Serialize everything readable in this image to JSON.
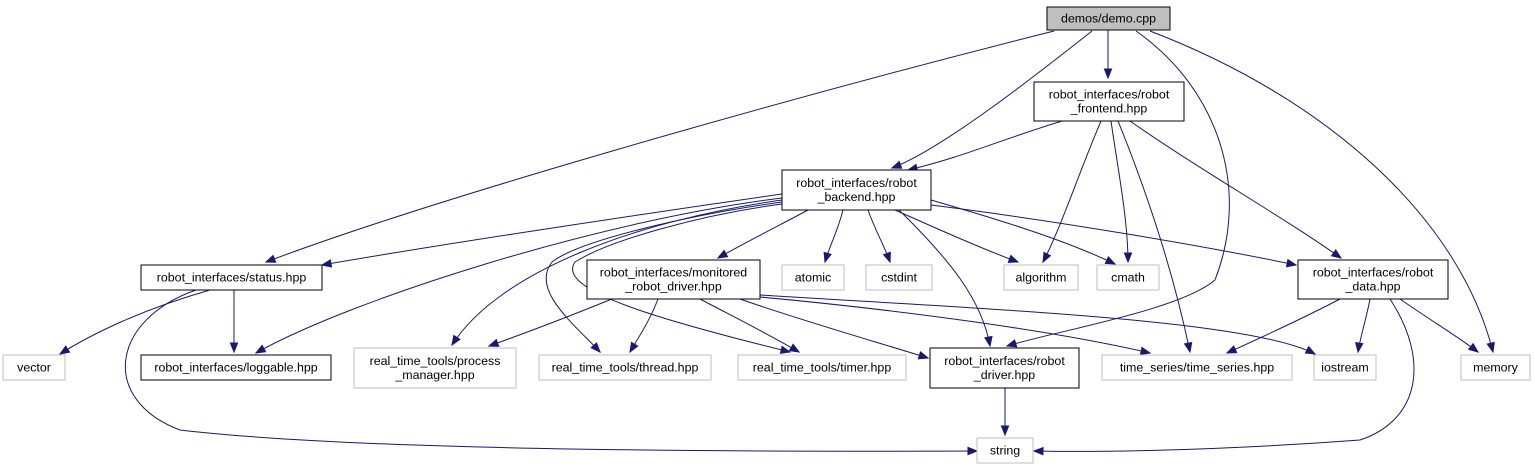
{
  "colors": {
    "edge": "#191970",
    "internal_border": "#000000",
    "external_border": "#bfbfbf",
    "root_fill": "#bfbfbf",
    "background": "#ffffff"
  },
  "nodes": [
    {
      "id": "demo",
      "kind": "root",
      "lines": [
        "demos/demo.cpp"
      ]
    },
    {
      "id": "frontend",
      "kind": "internal",
      "lines": [
        "robot_interfaces/robot",
        "_frontend.hpp"
      ]
    },
    {
      "id": "backend",
      "kind": "internal",
      "lines": [
        "robot_interfaces/robot",
        "_backend.hpp"
      ]
    },
    {
      "id": "status",
      "kind": "internal",
      "lines": [
        "robot_interfaces/status.hpp"
      ]
    },
    {
      "id": "monitored",
      "kind": "internal",
      "lines": [
        "robot_interfaces/monitored",
        "_robot_driver.hpp"
      ]
    },
    {
      "id": "atomic",
      "kind": "external",
      "lines": [
        "atomic"
      ]
    },
    {
      "id": "cstdint",
      "kind": "external",
      "lines": [
        "cstdint"
      ]
    },
    {
      "id": "algorithm",
      "kind": "external",
      "lines": [
        "algorithm"
      ]
    },
    {
      "id": "cmath",
      "kind": "external",
      "lines": [
        "cmath"
      ]
    },
    {
      "id": "robotdata",
      "kind": "internal",
      "lines": [
        "robot_interfaces/robot",
        "_data.hpp"
      ]
    },
    {
      "id": "vector",
      "kind": "external",
      "lines": [
        "vector"
      ]
    },
    {
      "id": "loggable",
      "kind": "internal",
      "lines": [
        "robot_interfaces/loggable.hpp"
      ]
    },
    {
      "id": "procmgr",
      "kind": "external",
      "lines": [
        "real_time_tools/process",
        "_manager.hpp"
      ]
    },
    {
      "id": "thread",
      "kind": "external",
      "lines": [
        "real_time_tools/thread.hpp"
      ]
    },
    {
      "id": "timer",
      "kind": "external",
      "lines": [
        "real_time_tools/timer.hpp"
      ]
    },
    {
      "id": "driver",
      "kind": "internal",
      "lines": [
        "robot_interfaces/robot",
        "_driver.hpp"
      ]
    },
    {
      "id": "timeseries",
      "kind": "external",
      "lines": [
        "time_series/time_series.hpp"
      ]
    },
    {
      "id": "iostream",
      "kind": "external",
      "lines": [
        "iostream"
      ]
    },
    {
      "id": "memory",
      "kind": "external",
      "lines": [
        "memory"
      ]
    },
    {
      "id": "string",
      "kind": "external",
      "lines": [
        "string"
      ]
    }
  ],
  "edges": [
    {
      "from": "demo",
      "to": "frontend"
    },
    {
      "from": "demo",
      "to": "backend"
    },
    {
      "from": "demo",
      "to": "status"
    },
    {
      "from": "demo",
      "to": "driver"
    },
    {
      "from": "demo",
      "to": "memory"
    },
    {
      "from": "frontend",
      "to": "backend"
    },
    {
      "from": "frontend",
      "to": "algorithm"
    },
    {
      "from": "frontend",
      "to": "cmath"
    },
    {
      "from": "frontend",
      "to": "timeseries"
    },
    {
      "from": "frontend",
      "to": "robotdata"
    },
    {
      "from": "backend",
      "to": "status"
    },
    {
      "from": "backend",
      "to": "loggable"
    },
    {
      "from": "backend",
      "to": "procmgr"
    },
    {
      "from": "backend",
      "to": "thread"
    },
    {
      "from": "backend",
      "to": "timer"
    },
    {
      "from": "backend",
      "to": "monitored"
    },
    {
      "from": "backend",
      "to": "atomic"
    },
    {
      "from": "backend",
      "to": "cstdint"
    },
    {
      "from": "backend",
      "to": "algorithm"
    },
    {
      "from": "backend",
      "to": "cmath"
    },
    {
      "from": "backend",
      "to": "driver"
    },
    {
      "from": "backend",
      "to": "robotdata"
    },
    {
      "from": "status",
      "to": "vector"
    },
    {
      "from": "status",
      "to": "loggable"
    },
    {
      "from": "status",
      "to": "string"
    },
    {
      "from": "monitored",
      "to": "procmgr"
    },
    {
      "from": "monitored",
      "to": "thread"
    },
    {
      "from": "monitored",
      "to": "timer"
    },
    {
      "from": "monitored",
      "to": "driver"
    },
    {
      "from": "monitored",
      "to": "timeseries"
    },
    {
      "from": "monitored",
      "to": "iostream"
    },
    {
      "from": "robotdata",
      "to": "timeseries"
    },
    {
      "from": "robotdata",
      "to": "iostream"
    },
    {
      "from": "robotdata",
      "to": "memory"
    },
    {
      "from": "robotdata",
      "to": "string"
    },
    {
      "from": "driver",
      "to": "string"
    }
  ]
}
